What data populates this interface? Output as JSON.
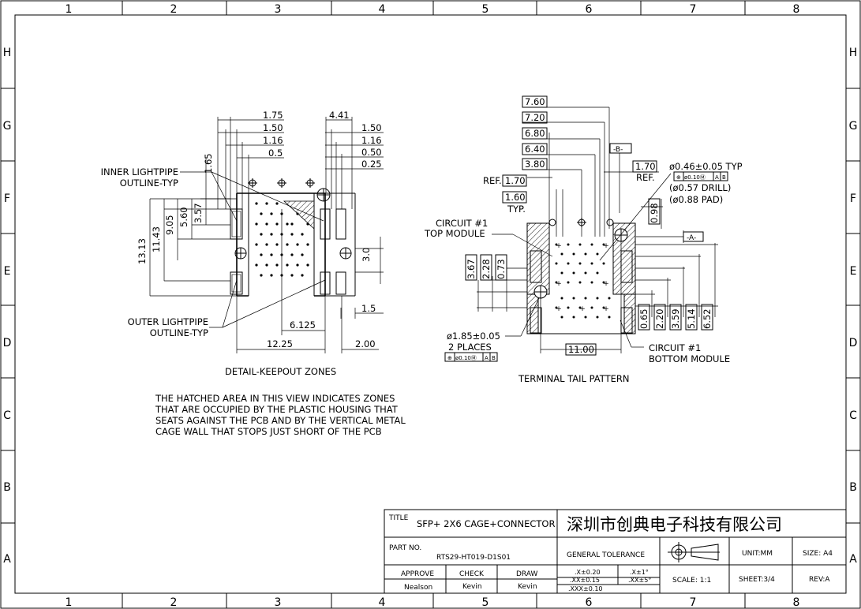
{
  "frame": {
    "columns": [
      "1",
      "2",
      "3",
      "4",
      "5",
      "6",
      "7",
      "8"
    ],
    "rows": [
      "H",
      "G",
      "F",
      "E",
      "D",
      "C",
      "B",
      "A"
    ]
  },
  "keepout": {
    "title": "DETAIL-KEEPOUT ZONES",
    "dims_top": [
      "1.75",
      "1.50",
      "1.16",
      "0.5",
      "4.41",
      "1.50",
      "1.16",
      "0.50",
      "0.25"
    ],
    "dim_165": "1.65",
    "dims_vert": [
      "13.13",
      "11.43",
      "9.05",
      "5.60",
      "3.57"
    ],
    "dim_30": "3.0",
    "dim_15": "1.5",
    "dim_6125": "6.125",
    "dim_1225": "12.25",
    "dim_200": "2.00",
    "inner_label": [
      "INNER LIGHTPIPE",
      "OUTLINE-TYP"
    ],
    "outer_label": [
      "OUTER LIGHTPIPE",
      "OUTLINE-TYP"
    ]
  },
  "terminal": {
    "title": "TERMINAL TAIL PATTERN",
    "boxes_left": [
      "7.60",
      "7.20",
      "6.80",
      "6.40",
      "3.80"
    ],
    "ref_170": "1.70",
    "ref_label": "REF.",
    "typ_160": "1.60",
    "typ_label": "TYP.",
    "datum_b": "-B-",
    "datum_a": "-A-",
    "hole_spec": [
      "ø0.46±0.05 TYP",
      "(ø0.57 DRILL)",
      "(ø0.88 PAD)"
    ],
    "fcf_small": [
      "⊕",
      "ø0.10Ⓜ",
      "A",
      "B"
    ],
    "dim_098": "0.98",
    "left_vert": [
      "3.67",
      "2.28",
      "0.73"
    ],
    "right_vert": [
      "0.65",
      "2.20",
      "3.59",
      "5.14",
      "6.52"
    ],
    "dim_1100": "11.00",
    "circuit_top": [
      "CIRCUIT #1",
      "TOP MODULE"
    ],
    "circuit_bottom": [
      "CIRCUIT #1",
      "BOTTOM MODULE"
    ],
    "big_hole": [
      "ø1.85±0.05",
      "2 PLACES"
    ]
  },
  "note": [
    "THE HATCHED AREA IN THIS VIEW INDICATES ZONES",
    "THAT ARE OCCUPIED BY THE PLASTIC HOUSING THAT",
    "SEATS AGAINST THE PCB AND BY THE VERTICAL METAL",
    "CAGE WALL THAT STOPS JUST SHORT OF THE PCB"
  ],
  "title_block": {
    "title_label": "TITLE",
    "title_value": "SFP+ 2X6 CAGE+CONNECTOR",
    "company": "深圳市创典电子科技有限公司",
    "part_label": "PART NO.",
    "part_value": "RTS29-HT019-D1S01",
    "general_tolerance": "GENERAL TOLERANCE",
    "unit": "UNIT:MM",
    "size": "SIZE: A4",
    "approve": "APPROVE",
    "check": "CHECK",
    "draw": "DRAW",
    "approve_name": "Nealson",
    "check_name": "Kevin",
    "draw_name": "Kevin",
    "tol_x": ".X±0.20",
    "tol_xx": ".XX±0.15",
    "tol_xxx": ".XXX±0.10",
    "ang_x": ".X±1°",
    "ang_xx": ".XX±5°",
    "scale": "SCALE:  1:1",
    "sheet": "SHEET:3/4",
    "rev": "REV:A"
  }
}
